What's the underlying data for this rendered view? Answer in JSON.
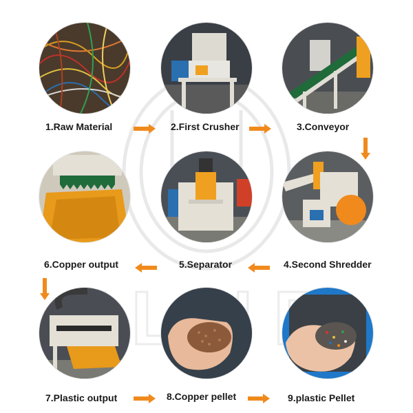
{
  "watermark": {
    "text": "JLNE"
  },
  "colors": {
    "arrow": "#f08a1c",
    "accent": "#f0a020",
    "text": "#1a1a1a"
  },
  "steps": [
    {
      "label": "1.Raw Material",
      "icon": "wire-bundle"
    },
    {
      "label": "2.First Crusher",
      "icon": "crusher-machine"
    },
    {
      "label": "3.Conveyor",
      "icon": "belt-conveyor"
    },
    {
      "label": "4.Second Shredder",
      "icon": "shredder-machine"
    },
    {
      "label": "5.Separator",
      "icon": "separator-machine"
    },
    {
      "label": "6.Copper output",
      "icon": "copper-output-chute"
    },
    {
      "label": "7.Plastic output",
      "icon": "plastic-output-chute"
    },
    {
      "label": "8.Copper pellet",
      "icon": "copper-pellets-in-hand"
    },
    {
      "label": "9.plastic Pellet",
      "icon": "plastic-pellets-in-hand"
    }
  ]
}
